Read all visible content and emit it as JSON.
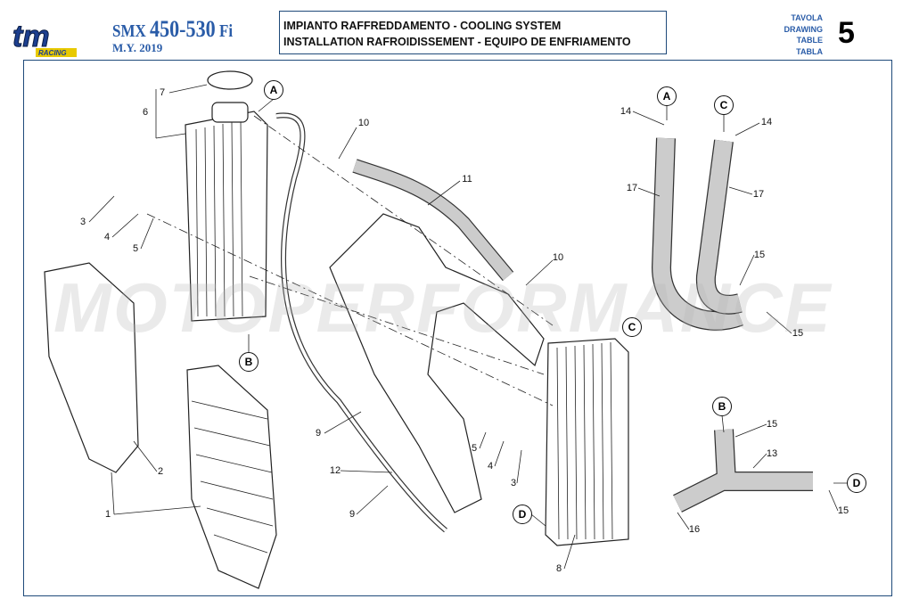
{
  "header": {
    "brand_logo": "tm RACING",
    "model_prefix": "SMX",
    "model_main": "450-530",
    "model_suffix": "Fi",
    "model_year": "M.Y. 2019",
    "title_line1": "IMPIANTO RAFFREDDAMENTO - COOLING SYSTEM",
    "title_line2": "INSTALLATION RAFROIDISSEMENT - EQUIPO DE ENFRIAMENTO",
    "table_labels": [
      "TAVOLA",
      "DRAWING",
      "TABLE",
      "TABLA"
    ],
    "table_number": "5"
  },
  "watermark": "MOTOPERFORMANCE",
  "callouts": [
    "7",
    "6",
    "A",
    "10",
    "3",
    "4",
    "5",
    "11",
    "10",
    "14",
    "A",
    "C",
    "14",
    "17",
    "17",
    "15",
    "15",
    "C",
    "B",
    "2",
    "1",
    "9",
    "12",
    "9",
    "5",
    "4",
    "3",
    "D",
    "8",
    "B",
    "15",
    "13",
    "D",
    "15",
    "16"
  ],
  "colors": {
    "brand": "#2a5ca8",
    "frame": "#1f4a7a"
  }
}
